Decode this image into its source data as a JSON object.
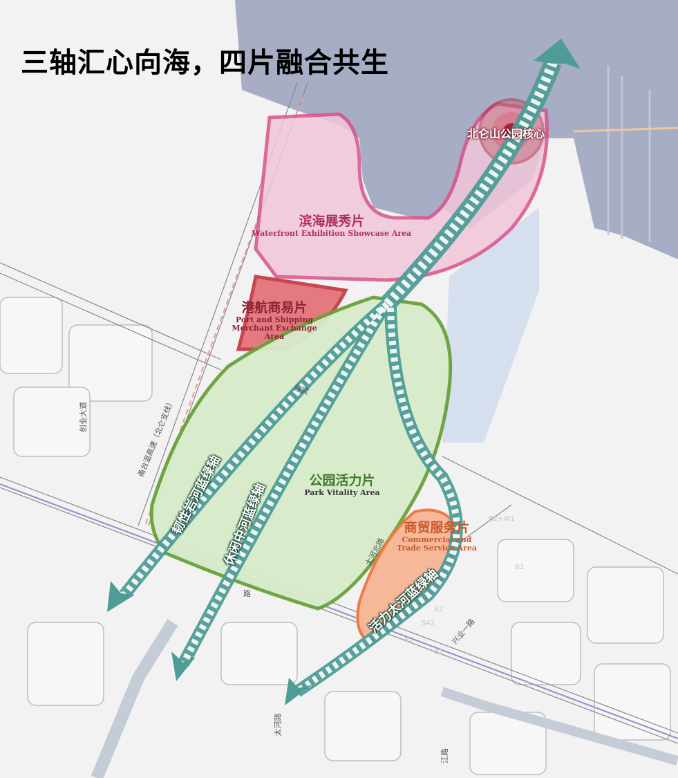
{
  "title": "三轴汇心向海，四片融合共生",
  "colors": {
    "water": "#a6adc4",
    "axis": "#4f9c97",
    "waterfront": "#d9538a",
    "port": "#c8464f",
    "park": "#6aa13a",
    "commercial": "#ee7a45",
    "core": "#a8263a"
  },
  "core": {
    "label": "北仑山公园核心"
  },
  "zones": [
    {
      "zh": "滨海展秀片",
      "en": "Waterfront Exhibition Showcase Area"
    },
    {
      "zh": "港航商易片",
      "en": "Port and Shipping Merchant Exchange Area"
    },
    {
      "zh": "公园活力片",
      "en": "Park Vitality Area"
    },
    {
      "zh": "商贸服务片",
      "en": "Commercial and Trade Service Area"
    }
  ],
  "axes": [
    {
      "label": "韧性岩河蓝绿轴"
    },
    {
      "label": "休闲中河蓝绿轴"
    },
    {
      "label": "活力太河蓝绿轴"
    }
  ],
  "roads": [
    "创业大道",
    "甬台温高速（北仑支线）",
    "太河北路",
    "兴业一路",
    "太河路",
    "迎宾",
    "江路",
    "路"
  ],
  "land_codes": [
    "B2+W1",
    "B2",
    "B2",
    "S42",
    "B2",
    "B2"
  ]
}
